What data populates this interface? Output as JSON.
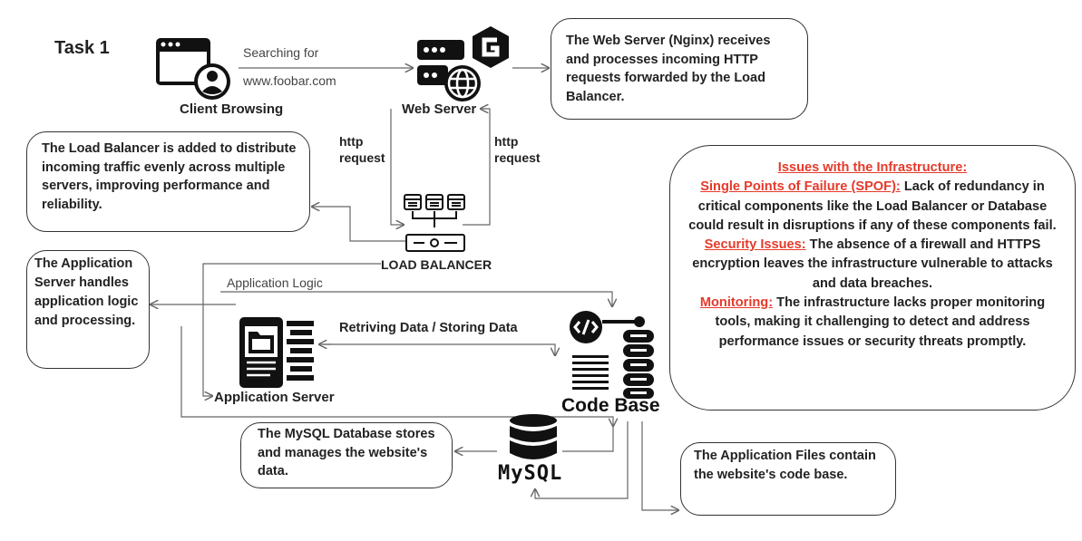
{
  "task_label": "Task 1",
  "client": {
    "label": "Client Browsing",
    "search_label": "Searching for",
    "url": "www.foobar.com"
  },
  "web_server": {
    "label": "Web Server",
    "note": "The Web Server (Nginx) receives and processes incoming HTTP requests forwarded by the Load Balancer."
  },
  "http_left": [
    "http",
    "request"
  ],
  "http_right": [
    "http",
    "request"
  ],
  "load_balancer": {
    "label": "LOAD BALANCER",
    "note": "The Load Balancer is added to distribute incoming traffic evenly across multiple servers, improving performance and reliability."
  },
  "application_server": {
    "label": "Application Server",
    "logic_label": "Application Logic",
    "note": "The Application Server handles application logic and processing."
  },
  "data_flow_label": "Retriving Data / Storing Data",
  "code_base": {
    "label": "Code Base",
    "note": "The Application Files contain the website's code base."
  },
  "mysql": {
    "label": "MySQL",
    "note": "The MySQL Database stores and manages the website's data."
  },
  "issues": {
    "title": "Issues with the Infrastructure:",
    "spof_heading": "Single Points of Failure (SPOF):",
    "spof_text": " Lack of redundancy in critical components like the Load Balancer or Database could result in disruptions if any of these components fail.",
    "security_heading": "Security Issues:",
    "security_text": " The absence of a firewall and HTTPS encryption leaves the infrastructure vulnerable to attacks and data breaches.",
    "monitoring_heading": "Monitoring:",
    "monitoring_text": " The infrastructure lacks proper monitoring tools, making it challenging to detect and address performance issues or security threats promptly."
  },
  "colors": {
    "issue_heading": "#e53a2b",
    "line": "#666666",
    "icon": "#111111"
  },
  "icons": [
    "browser-user-icon",
    "server-globe-icon",
    "nginx-logo-icon",
    "load-balancer-icon",
    "app-server-icon",
    "code-icon",
    "database-icon",
    "server-rack-icon",
    "mysql-logo-icon"
  ]
}
